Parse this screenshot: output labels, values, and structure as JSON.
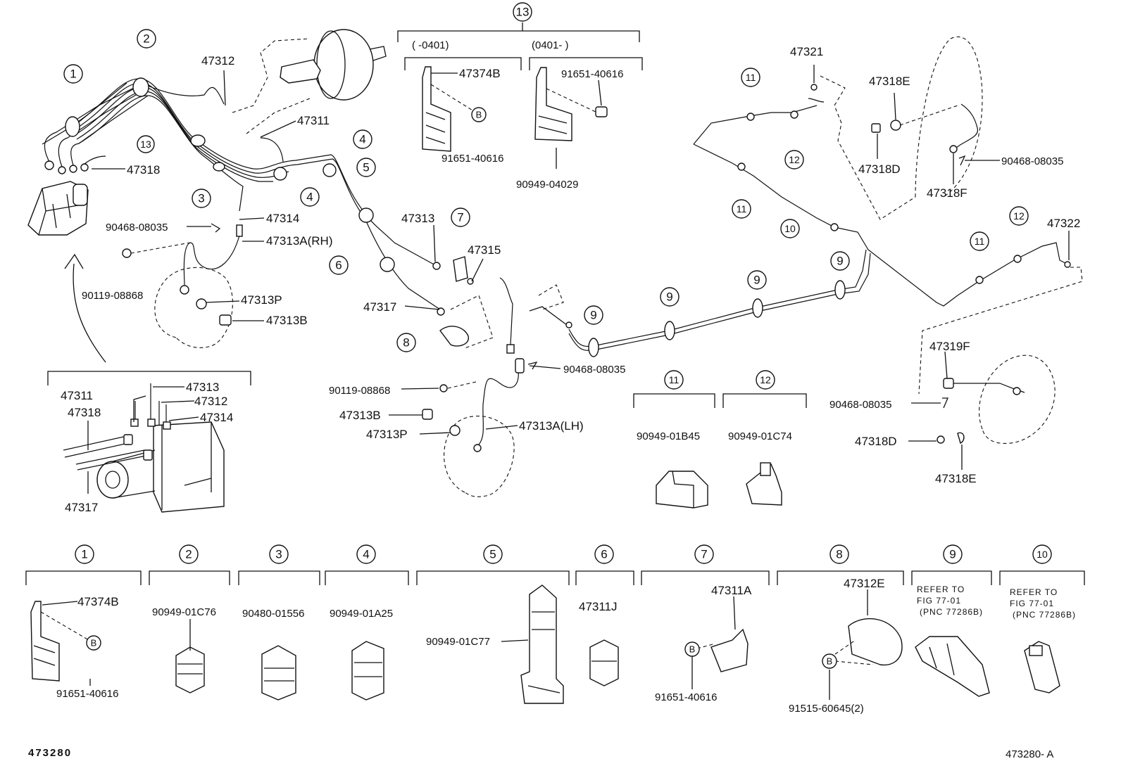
{
  "labels": {
    "p47312": "47312",
    "p47311": "47311",
    "p47318": "47318",
    "p47314": "47314",
    "p90468_a": "90468-08035",
    "p47313A_rh": "47313A(RH)",
    "p90119_a": "90119-08868",
    "p47313P_a": "47313P",
    "p47313B_a": "47313B",
    "p47313_top": "47313",
    "p47315": "47315",
    "p47317_top": "47317",
    "p90468_b": "90468-08035",
    "p90119_b": "90119-08868",
    "p47313B_b": "47313B",
    "p47313P_b": "47313P",
    "p47313A_lh": "47313A(LH)",
    "p47374B_a": "47374B",
    "p91651_a": "91651-40616",
    "p91651_b": "91651-40616",
    "p90949_04029": "90949-04029",
    "date_before": "(      -0401)",
    "date_after": "(0401-         )",
    "p47321": "47321",
    "p47318E_top": "47318E",
    "p47318D_top": "47318D",
    "p47318F": "47318F",
    "p90468_c": "90468-08035",
    "p47322": "47322",
    "p47319F": "47319F",
    "p90468_d": "90468-08035",
    "p47318D_bot": "47318D",
    "p47318E_bot": "47318E",
    "p90949_01B45": "90949-01B45",
    "p90949_01C74": "90949-01C74",
    "ins_47311": "47311",
    "ins_47313": "47313",
    "ins_47318": "47318",
    "ins_47312": "47312",
    "ins_47314": "47314",
    "ins_47317": "47317",
    "b1_47374B": "47374B",
    "b1_91651": "91651-40616",
    "b2_90949": "90949-01C76",
    "b3_90480": "90480-01556",
    "b4_90949": "90949-01A25",
    "b5_90949": "90949-01C77",
    "b6_47311J": "47311J",
    "b7_47311A": "47311A",
    "b7_91651": "91651-40616",
    "b8_47312E": "47312E",
    "b8_91515": "91515-60645(2)",
    "b9_ref1": "REFER TO",
    "b9_ref2": "FIG 77-01",
    "b9_ref3": "(PNC 77286B)",
    "b10_ref1": "REFER TO",
    "b10_ref2": "FIG 77-01",
    "b10_ref3": "(PNC 77286B)",
    "footer_left": "473280",
    "footer_right": "473280- A"
  },
  "callouts": {
    "c1": "1",
    "c2": "2",
    "c3": "3",
    "c4": "4",
    "c5": "5",
    "c6": "6",
    "c7": "7",
    "c8": "8",
    "c9": "9",
    "c10": "10",
    "c11": "11",
    "c12": "12",
    "c13": "13",
    "cB": "B"
  }
}
